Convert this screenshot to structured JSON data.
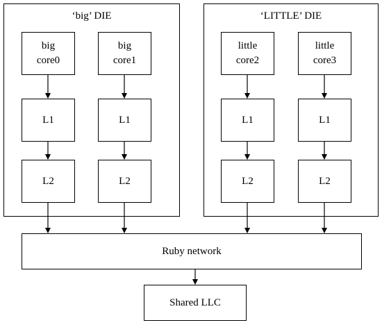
{
  "dies": {
    "big": {
      "title": "‘big’ DIE",
      "cores": [
        {
          "line1": "big",
          "line2": "core0"
        },
        {
          "line1": "big",
          "line2": "core1"
        }
      ]
    },
    "little": {
      "title": "‘LITTLE’ DIE",
      "cores": [
        {
          "line1": "little",
          "line2": "core2"
        },
        {
          "line1": "little",
          "line2": "core3"
        }
      ]
    }
  },
  "cache": {
    "l1_label": "L1",
    "l2_label": "L2"
  },
  "network": {
    "label": "Ruby network"
  },
  "llc": {
    "label": "Shared LLC"
  }
}
